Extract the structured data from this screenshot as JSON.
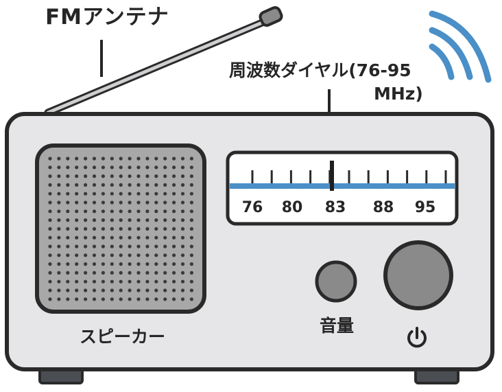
{
  "labels": {
    "antenna": "FMアンテナ",
    "dial_line1": "周波数ダイヤル(76-95",
    "dial_line2": "MHz)",
    "speaker": "スピーカー",
    "volume": "音量"
  },
  "dial": {
    "ticks": [
      "76",
      "80",
      "83",
      "88",
      "95"
    ]
  },
  "colors": {
    "body": "#e6e6e8",
    "outline": "#2a2a2a",
    "speaker_grille": "#a8a8a8",
    "dial_band": "#4a8fc7",
    "wifi": "#4a8fc7",
    "knob": "#8a8a8a",
    "feet": "#4a4d52"
  },
  "icons": {
    "power": "power-icon",
    "signal": "signal-waves-icon"
  }
}
